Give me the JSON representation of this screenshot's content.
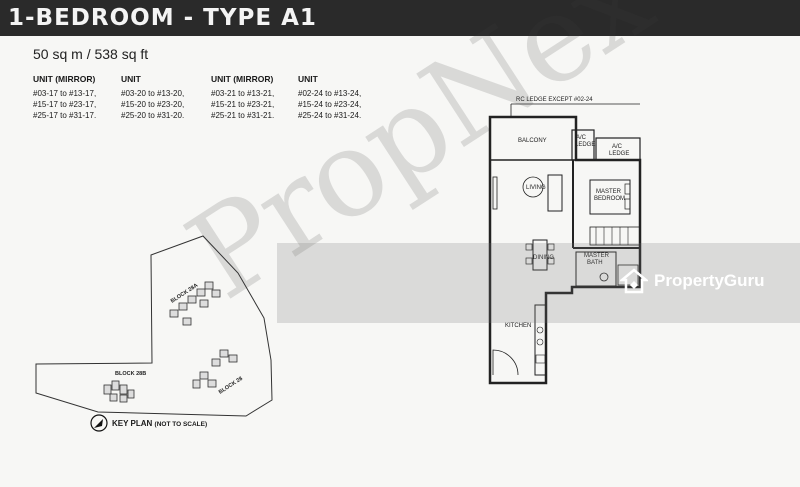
{
  "header": {
    "title": "1-BEDROOM - TYPE A1"
  },
  "area": "50 sq m / 538 sq ft",
  "unit_columns": [
    {
      "heading": "UNIT (MIRROR)",
      "lines": [
        "#03-17 to #13-17,",
        "#15-17 to #23-17,",
        "#25-17 to #31-17."
      ]
    },
    {
      "heading": "UNIT",
      "lines": [
        "#03-20 to #13-20,",
        "#15-20 to #23-20,",
        "#25-20 to #31-20."
      ]
    },
    {
      "heading": "UNIT (MIRROR)",
      "lines": [
        "#03-21 to #13-21,",
        "#15-21 to #23-21,",
        "#25-21 to #31-21."
      ]
    },
    {
      "heading": "UNIT",
      "lines": [
        "#02-24 to #13-24,",
        "#15-24 to #23-24,",
        "#25-24 to #31-24."
      ]
    }
  ],
  "floorplan": {
    "rc_ledge": "RC LEDGE EXCEPT #02-24",
    "rooms": {
      "balcony": "BALCONY",
      "ac_ledge_1": [
        "A/C",
        "LEDGE"
      ],
      "ac_ledge_2": [
        "A/C",
        "LEDGE"
      ],
      "living": "LIVING",
      "master_bedroom": [
        "MASTER",
        "BEDROOM"
      ],
      "dining": "DINING",
      "master_bath": [
        "MASTER",
        "BATH"
      ],
      "kitchen": "KITCHEN"
    }
  },
  "keyplan": {
    "label": "KEY PLAN",
    "note": "(NOT TO SCALE)",
    "blocks": [
      "BLOCK 28A",
      "BLOCK 28B",
      "BLOCK 28"
    ]
  },
  "watermarks": {
    "propnex": "PropNex",
    "propertyguru": "PropertyGuru"
  },
  "colors": {
    "header_bg": "#2a2a2a",
    "paper": "#f7f7f5",
    "ink": "#1a1a1a"
  }
}
